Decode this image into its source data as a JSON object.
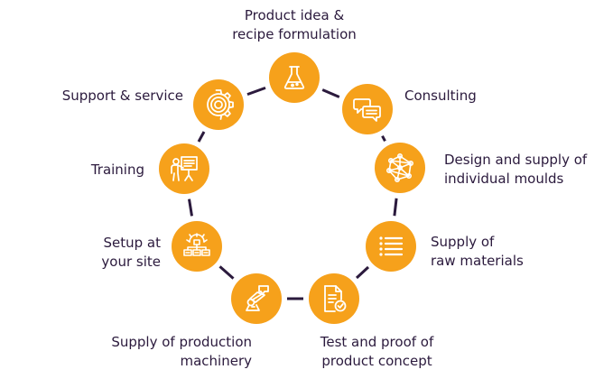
{
  "colors": {
    "node_fill": "#f6a11b",
    "icon_stroke": "#ffffff",
    "connector": "#2b1a3d",
    "text": "#2b1a3d"
  },
  "steps": [
    {
      "label": "Product idea &\nrecipe formulation",
      "icon": "flask-icon"
    },
    {
      "label": "Consulting",
      "icon": "speech-bubbles-icon"
    },
    {
      "label": "Design and supply of\nindividual moulds",
      "icon": "network-sphere-icon"
    },
    {
      "label": "Supply of\nraw materials",
      "icon": "list-icon"
    },
    {
      "label": "Test and proof of\nproduct concept",
      "icon": "document-check-icon"
    },
    {
      "label": "Supply of production\nmachinery",
      "icon": "robot-arm-icon"
    },
    {
      "label": "Setup at\nyour site",
      "icon": "factory-setup-icon"
    },
    {
      "label": "Training",
      "icon": "presentation-board-icon"
    },
    {
      "label": "Support & service",
      "icon": "gear-icon"
    }
  ]
}
